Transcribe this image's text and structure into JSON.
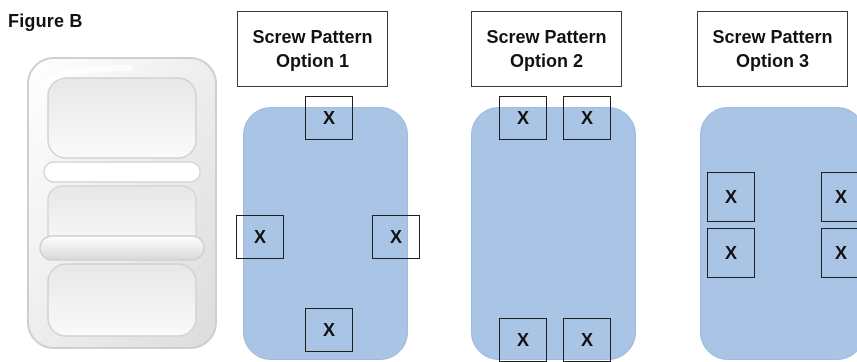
{
  "figure": {
    "label": "Figure B"
  },
  "product_photo": {
    "icon": "toilet-paper-holder-photo",
    "colors": {
      "body": "#f2f2f2",
      "shadow": "#d6d6d6"
    }
  },
  "colors": {
    "plate_fill": "#a9c4e4",
    "plate_border": "#9dbbe0",
    "box_border": "#1f1f1f"
  },
  "options": [
    {
      "id": "option-1",
      "title": "Screw Pattern Option 1",
      "screws": [
        {
          "id": "top",
          "mark": "X"
        },
        {
          "id": "left",
          "mark": "X"
        },
        {
          "id": "right",
          "mark": "X"
        },
        {
          "id": "bottom",
          "mark": "X"
        }
      ]
    },
    {
      "id": "option-2",
      "title": "Screw Pattern Option 2",
      "screws": [
        {
          "id": "top-left",
          "mark": "X"
        },
        {
          "id": "top-right",
          "mark": "X"
        },
        {
          "id": "bottom-left",
          "mark": "X"
        },
        {
          "id": "bottom-right",
          "mark": "X"
        }
      ]
    },
    {
      "id": "option-3",
      "title": "Screw Pattern Option 3",
      "screws": [
        {
          "id": "left-upper",
          "mark": "X"
        },
        {
          "id": "left-lower",
          "mark": "X"
        },
        {
          "id": "right-upper",
          "mark": "X"
        },
        {
          "id": "right-lower",
          "mark": "X"
        }
      ]
    }
  ]
}
